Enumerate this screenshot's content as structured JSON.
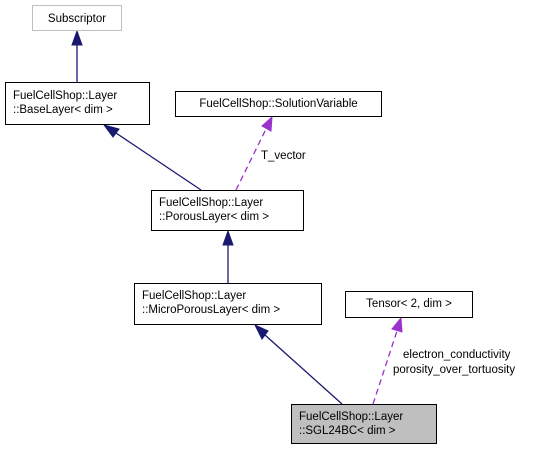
{
  "nodes": {
    "subscriptor": {
      "lines": [
        "Subscriptor"
      ]
    },
    "base_layer": {
      "lines": [
        "FuelCellShop::Layer",
        "::BaseLayer< dim >"
      ]
    },
    "solution_variable": {
      "lines": [
        "FuelCellShop::SolutionVariable"
      ]
    },
    "porous_layer": {
      "lines": [
        "FuelCellShop::Layer",
        "::PorousLayer< dim >"
      ]
    },
    "micro_porous_layer": {
      "lines": [
        "FuelCellShop::Layer",
        "::MicroPorousLayer< dim >"
      ]
    },
    "tensor": {
      "lines": [
        "Tensor< 2, dim >"
      ]
    },
    "sgl24bc": {
      "lines": [
        "FuelCellShop::Layer",
        "::SGL24BC< dim >"
      ]
    }
  },
  "edge_labels": {
    "t_vector": "T_vector",
    "tensor_members": [
      "electron_conductivity",
      "porosity_over_tortuosity"
    ]
  },
  "colors": {
    "inheritance": "#191970",
    "usage": "#9a32cd",
    "highlight_fill": "#bfbfbf",
    "gray_border": "#bfbfbf"
  }
}
